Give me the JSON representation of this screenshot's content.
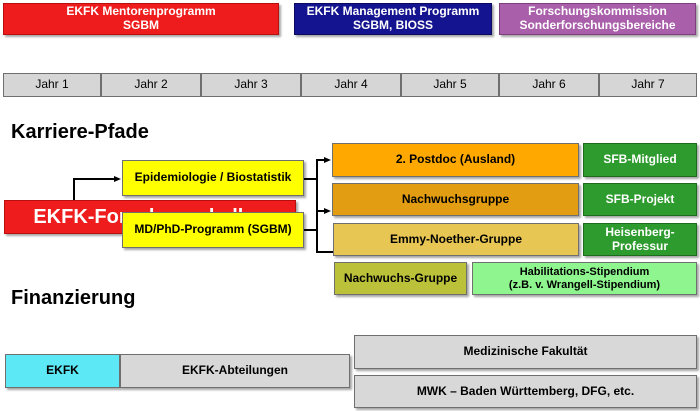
{
  "programs": {
    "mentor": {
      "line1": "EKFK Mentorenprogramm",
      "line2": "SGBM",
      "color": "#ee1c1c"
    },
    "management": {
      "line1": "EKFK Management Programm",
      "line2": "SGBM, BIOSS",
      "color": "#141490"
    },
    "research": {
      "line1": "Forschungskommission",
      "line2": "Sonderforschungsbereiche",
      "color": "#a95fa9"
    }
  },
  "years": [
    "Jahr 1",
    "Jahr 2",
    "Jahr 3",
    "Jahr 4",
    "Jahr 5",
    "Jahr 6",
    "Jahr 7"
  ],
  "sections": {
    "career": "Karriere-Pfade",
    "funding": "Finanzierung"
  },
  "career": {
    "main": {
      "label": "EKFK-Forschungskolleg",
      "color": "#ee1c1c"
    },
    "epidemiology": {
      "label": "Epidemiologie / Biostatistik",
      "color": "#ffff00"
    },
    "mdphd": {
      "label": "MD/PhD-Programm (SGBM)",
      "color": "#ffff00"
    },
    "postdoc": {
      "label": "2. Postdoc (Ausland)",
      "color": "#ffa800"
    },
    "junior_group": {
      "label": "Nachwuchsgruppe",
      "color": "#e39d12"
    },
    "emmy": {
      "label": "Emmy-Noether-Gruppe",
      "color": "#e8c654"
    },
    "junior_group2": {
      "label": "Nachwuchs-Gruppe",
      "color": "#bcc13a"
    },
    "habil": {
      "line1": "Habilitations-Stipendium",
      "line2": "(z.B. v. Wrangell-Stipendium)",
      "color": "#8ff58f"
    },
    "sfb_member": {
      "label": "SFB-Mitglied",
      "color": "#2d9b2d"
    },
    "sfb_project": {
      "label": "SFB-Projekt",
      "color": "#2d9b2d"
    },
    "heisenberg": {
      "line1": "Heisenberg-",
      "line2": "Professur",
      "color": "#2d9b2d"
    }
  },
  "funding": {
    "ekfk": {
      "label": "EKFK",
      "color": "#5de8f5"
    },
    "departments": {
      "label": "EKFK-Abteilungen",
      "color": "#d8d8d8"
    },
    "faculty": {
      "label": "Medizinische Fakultät",
      "color": "#d8d8d8"
    },
    "mwk": {
      "label": "MWK – Baden Württemberg, DFG, etc.",
      "color": "#d8d8d8"
    }
  }
}
